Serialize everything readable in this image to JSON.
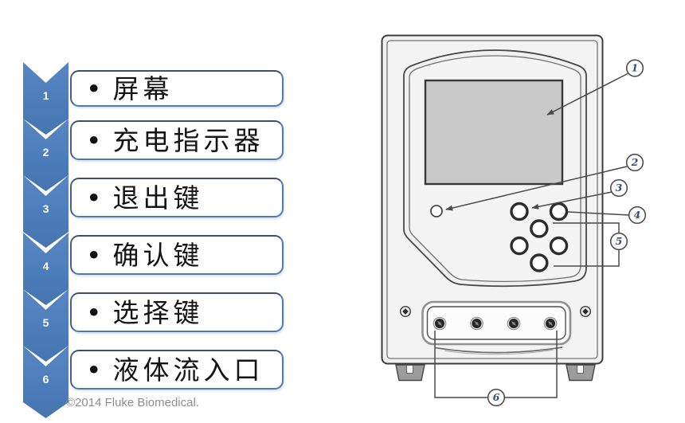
{
  "list": {
    "bullet": "•",
    "items": [
      {
        "num": "1",
        "label": "屏幕"
      },
      {
        "num": "2",
        "label": "充电指示器"
      },
      {
        "num": "3",
        "label": "退出键"
      },
      {
        "num": "4",
        "label": "确认键"
      },
      {
        "num": "5",
        "label": "选择键"
      },
      {
        "num": "6",
        "label": "液体流入口"
      }
    ]
  },
  "device": {
    "callouts": [
      {
        "n": "1"
      },
      {
        "n": "2"
      },
      {
        "n": "3"
      },
      {
        "n": "4"
      },
      {
        "n": "5"
      },
      {
        "n": "6"
      }
    ]
  },
  "footer": {
    "copyright": "©2014 Fluke Biomedical."
  },
  "colors": {
    "chevron_blue": "#4b7cba",
    "box_border_blue": "#4a7cb8",
    "callout_digit_navy": "#2d4d85",
    "screen_gray": "#c9c9c9",
    "case_gray": "#f1f1f1"
  }
}
